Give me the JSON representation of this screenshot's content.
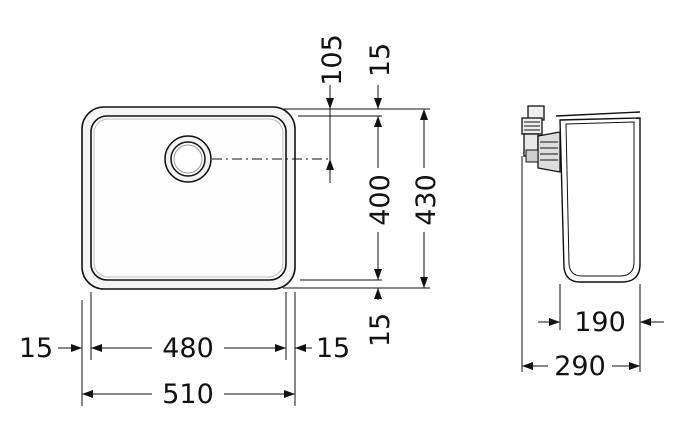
{
  "dimensions": {
    "left_margin": "15",
    "inner_width": "480",
    "right_margin": "15",
    "total_width": "510",
    "drain_offset": "105",
    "top_margin": "15",
    "inner_depth": "400",
    "total_depth": "430",
    "bottom_margin": "15",
    "side_inner_depth": "190",
    "side_total_depth": "290"
  }
}
